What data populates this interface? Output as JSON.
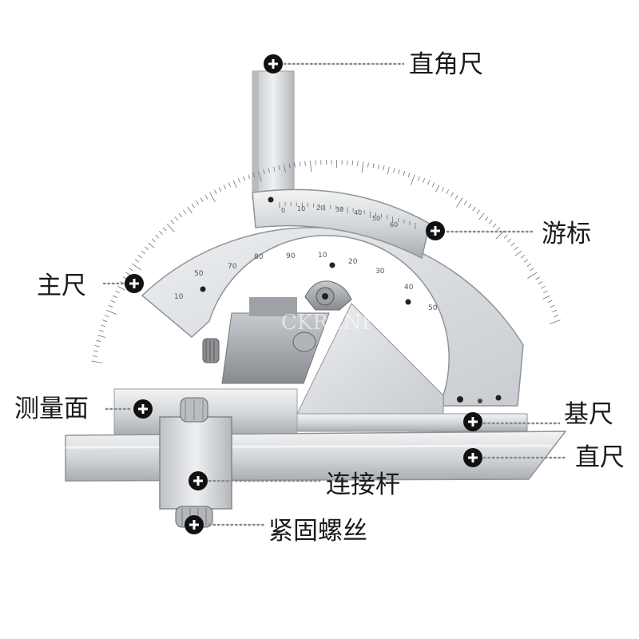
{
  "labels": {
    "right_angle_ruler": "直角尺",
    "vernier": "游标",
    "main_scale": "主尺",
    "measuring_face": "测量面",
    "base_ruler": "基尺",
    "straight_ruler": "直尺",
    "connecting_rod": "连接杆",
    "fastening_screw": "紧固螺丝"
  },
  "watermark": "CKRENFON",
  "main_scale_ticks": [
    "10",
    "50",
    "70",
    "80",
    "90",
    "10",
    "20",
    "30",
    "40",
    "50"
  ],
  "vernier_ticks": [
    "0",
    "10",
    "20",
    "30",
    "40",
    "50",
    "60"
  ],
  "colors": {
    "marker": "#111111",
    "leader": "#8a8a8a",
    "steel_light": "#e4e6e8",
    "steel_mid": "#c3c6c9",
    "steel_dark": "#8d9196",
    "label_text": "#1a1a1a"
  }
}
